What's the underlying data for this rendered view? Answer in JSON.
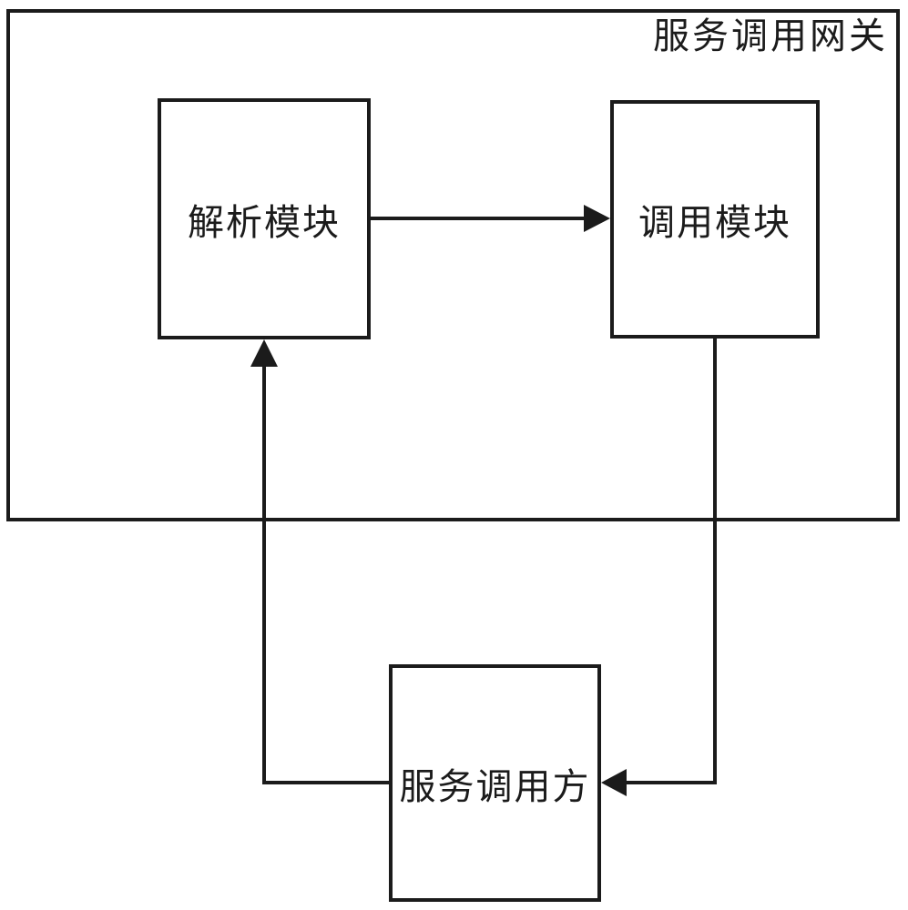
{
  "diagram": {
    "title_note": "",
    "outer_container": {
      "id": "service-call-gateway",
      "label": "服务调用网关"
    },
    "nodes": [
      {
        "id": "parse-module",
        "label": "解析模块"
      },
      {
        "id": "call-module",
        "label": "调用模块"
      },
      {
        "id": "service-caller",
        "label": "服务调用方"
      }
    ],
    "edges": [
      {
        "from": "解析模块",
        "to": "调用模块",
        "style": "solid",
        "shape": "straight-right-arrow"
      },
      {
        "from": "调用模块",
        "to": "服务调用方",
        "style": "solid",
        "shape": "elbow-down-then-left-arrow"
      },
      {
        "from": "服务调用方",
        "to": "解析模块",
        "style": "solid",
        "shape": "elbow-left-then-up-arrow"
      }
    ],
    "colors": {
      "line": "#1b1b1b",
      "background": "#ffffff"
    }
  }
}
